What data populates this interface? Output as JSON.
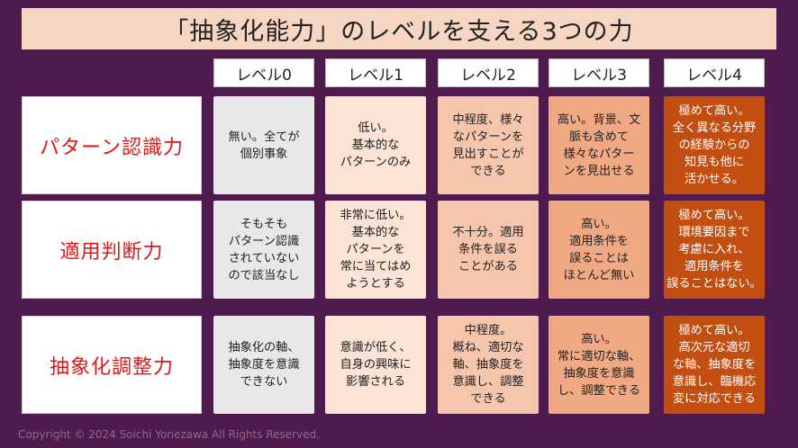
{
  "title": "「抽象化能力」のレベルを支える3つの力",
  "levels": [
    "レベル0",
    "レベル1",
    "レベル2",
    "レベル3",
    "レベル4"
  ],
  "rows": [
    {
      "label": "パターン認識力",
      "cells": [
        "無い。全てが\n個別事象",
        "低い。\n基本的な\nパターンのみ",
        "中程度、様々\nなパターンを\n見出すことが\nできる",
        "高い。背景、文\n脈も含めて\n様々なパター\nンを見出せる",
        "極めて高い。\n全く異なる分野\nの経験からの\n知見も他に\n活かせる。"
      ]
    },
    {
      "label": "適用判断力",
      "cells": [
        "そもそも\nパターン認識\nされていない\nので該当なし",
        "非常に低い。\n基本的な\nパターンを\n常に当てはめ\nようとする",
        "不十分。適用\n条件を誤る\nことがある",
        "高い。\n適用条件を\n誤ることは\nほとんど無い",
        "極めて高い。\n環境要因まで\n考慮に入れ、\n適用条件を\n誤ることはない。"
      ]
    },
    {
      "label": "抽象化調整力",
      "cells": [
        "抽象化の軸、\n抽象度を意識\nできない",
        "意識が低く、\n自身の興味に\n影響される",
        "中程度。\n概ね、適切な\n軸、抽象度を\n意識し、調整\nできる",
        "高い。\n常に適切な軸、\n抽象度を意識\nし、調整できる",
        "極めて高い。\n高次元な適切\nな軸、抽象度を\n意識し、臨機応\n変に対応できる"
      ]
    }
  ],
  "footer": "Copyright © 2024 Soichi Yonezawa All Rights Reserved.",
  "colors": {
    "background": "#4f1a4e",
    "title_bar": "#f6d6c2",
    "row_label": "#e01717",
    "level0": "#e8e8e8",
    "level1": "#fbe3d6",
    "level2": "#f6c6ac",
    "level3": "#f1a983",
    "level4": "#c24e11"
  }
}
